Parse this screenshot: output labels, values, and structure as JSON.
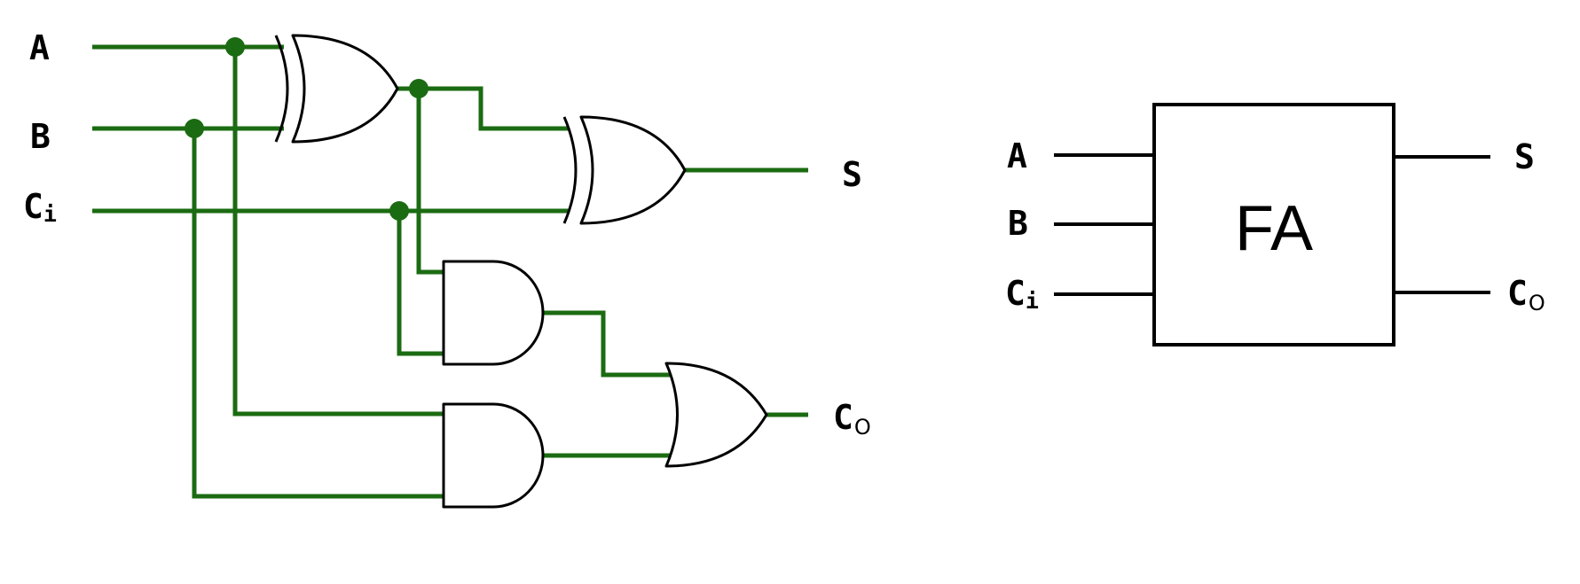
{
  "colors": {
    "wire": "#1b6b12",
    "gate_stroke": "#000000",
    "background": "#ffffff"
  },
  "circuit": {
    "inputs": {
      "a": "A",
      "b": "B",
      "ci_main": "C",
      "ci_sub": "i"
    },
    "outputs": {
      "s": "S",
      "co_main": "C",
      "co_sub": "O"
    },
    "gates": [
      "XOR",
      "XOR",
      "AND",
      "AND",
      "OR"
    ]
  },
  "block": {
    "title": "FA",
    "inputs": {
      "a": "A",
      "b": "B",
      "ci_main": "C",
      "ci_sub": "i"
    },
    "outputs": {
      "s": "S",
      "co_main": "C",
      "co_sub": "O"
    }
  }
}
